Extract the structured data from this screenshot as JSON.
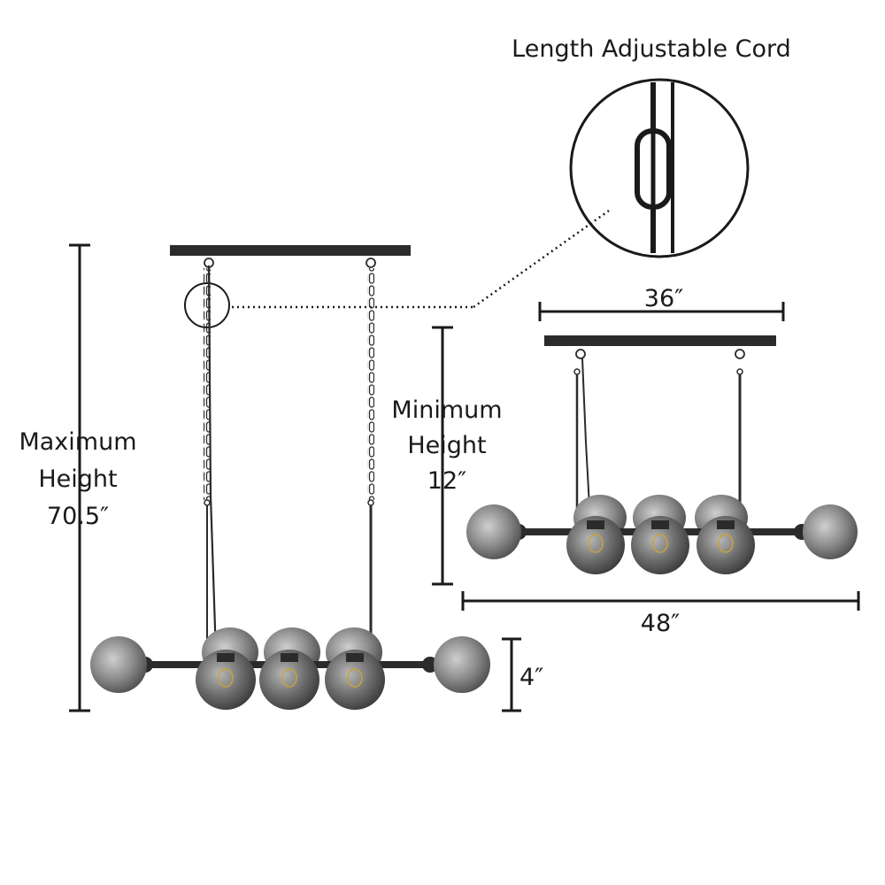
{
  "callout": {
    "title": "Length Adjustable Cord"
  },
  "dimensions": {
    "max_height": {
      "line1": "Maximum",
      "line2": "Height",
      "value": "70.5″"
    },
    "min_height": {
      "line1": "Minimum",
      "line2": "Height",
      "value": "12″"
    },
    "canopy_width": "36″",
    "fixture_width": "48″",
    "globe_height": "4″"
  },
  "colors": {
    "line": "#1a1a1a",
    "metal": "#2b2b2b",
    "glass": "#8c8c8c",
    "glass_dark": "#5e5e5e",
    "bulb": "#c9a23a"
  },
  "icons": [
    "chain-link-icon",
    "pendant-light-icon",
    "globe-shade-icon"
  ]
}
